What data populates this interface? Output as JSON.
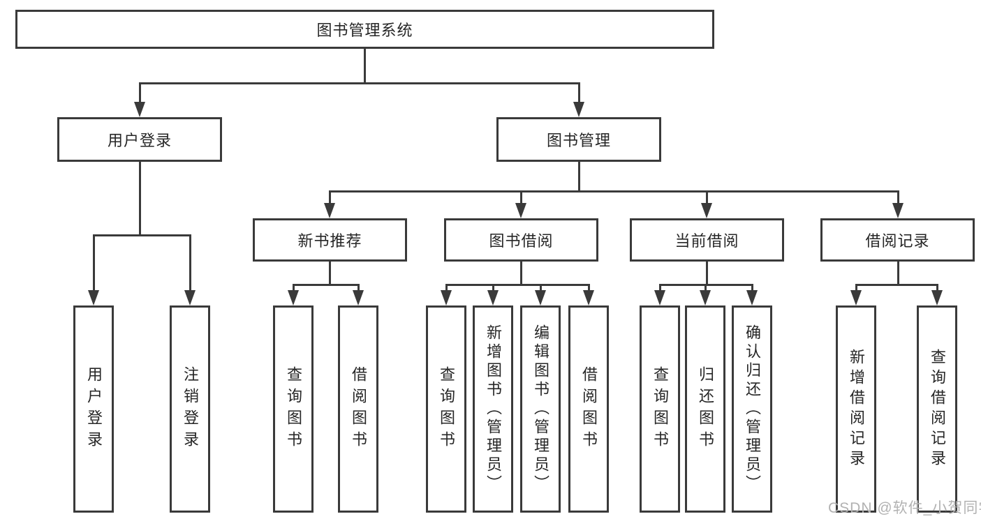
{
  "diagram": {
    "root": {
      "label": "图书管理系统"
    },
    "level2": {
      "user_login": "用户登录",
      "book_management": "图书管理"
    },
    "level3": {
      "new_book_recommend": "新书推荐",
      "book_borrow": "图书借阅",
      "current_borrow": "当前借阅",
      "borrow_records": "借阅记录"
    },
    "leaves": {
      "user_login_children": [
        "用户登录",
        "注销登录"
      ],
      "new_book_children": [
        "查询图书",
        "借阅图书"
      ],
      "book_borrow_children": [
        "查询图书",
        "新增图书（管理员）",
        "编辑图书（管理员）",
        "借阅图书"
      ],
      "current_borrow_children": [
        "查询图书",
        "归还图书",
        "确认归还（管理员）"
      ],
      "borrow_record_children": [
        "新增借阅记录",
        "查询借阅记录"
      ]
    },
    "watermark": "CSDN @软件_小贺同学"
  }
}
